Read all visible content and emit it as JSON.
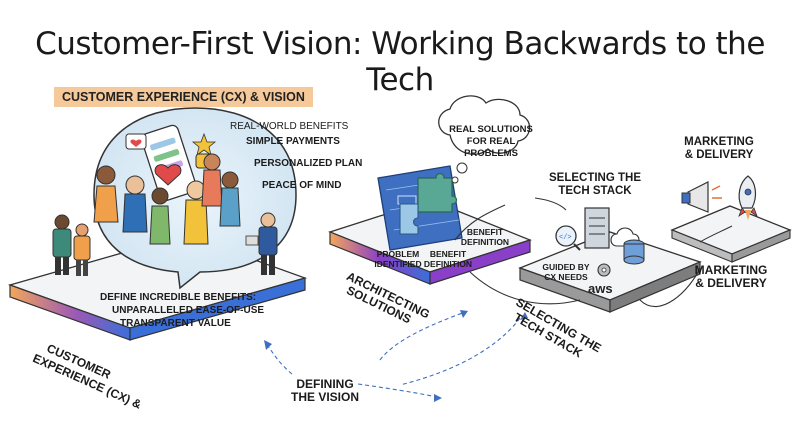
{
  "title": "Customer-First Vision: Working Backwards to the Tech",
  "cx_section": {
    "heading": "CUSTOMER EXPERIENCE (CX) & VISION",
    "benefits_heading": "REAL-WORLD BENEFITS",
    "benefits": [
      "SIMPLE PAYMENTS",
      "PERSONALIZED PLAN",
      "PEACE OF MIND"
    ],
    "define_benefits": [
      "DEFINE INCREDIBLE BENEFITS:",
      "UNPARALLELED EASE-OF-USE",
      "TRANSPARENT VALUE"
    ],
    "platform_label": [
      "CUSTOMER",
      "EXPERIENCE (CX) &"
    ]
  },
  "arch_section": {
    "thought_bubble": [
      "REAL SOLUTIONS",
      "FOR REAL",
      "PROBLEMS"
    ],
    "benefit_definition_top": [
      "BENEFIT",
      "DEFINITION"
    ],
    "problem_identified": [
      "PROBLEM",
      "IDENTIFIED"
    ],
    "benefit_definition_bottom": [
      "BENEFIT",
      "DEFINITION"
    ],
    "platform_label": [
      "ARCHITECTING",
      "SOLUTIONS"
    ]
  },
  "tech_section": {
    "heading": [
      "SELECTING THE",
      "TECH STACK"
    ],
    "guided_by": [
      "GUIDED BY",
      "CX NEEDS"
    ],
    "aws": "aws",
    "platform_label": [
      "SELECTING THE",
      "TECH STACK"
    ]
  },
  "marketing_section": {
    "heading": [
      "MARKETING",
      "& DELIVERY"
    ],
    "platform_label": [
      "MARKETING",
      "& DELIVERY"
    ]
  },
  "flow": {
    "defining_label": [
      "DEFINING",
      "THE VISION"
    ]
  },
  "colors": {
    "highlight": "#f6c99b",
    "cx_gradient": [
      "#f2a65a",
      "#9b59b6",
      "#3b6fd8"
    ],
    "arch_edge": "#8a3fc8",
    "tech_edge": "#7d7d7d",
    "blueprint": "#3f6fc0",
    "puzzle": "#59a896"
  },
  "icons": [
    "phone-icon",
    "heart-icon",
    "star-icon",
    "puzzle-icon",
    "server-icon",
    "database-icon",
    "cloud-icon",
    "gear-icon",
    "megaphone-icon",
    "rocket-icon",
    "code-magnifier-icon"
  ]
}
